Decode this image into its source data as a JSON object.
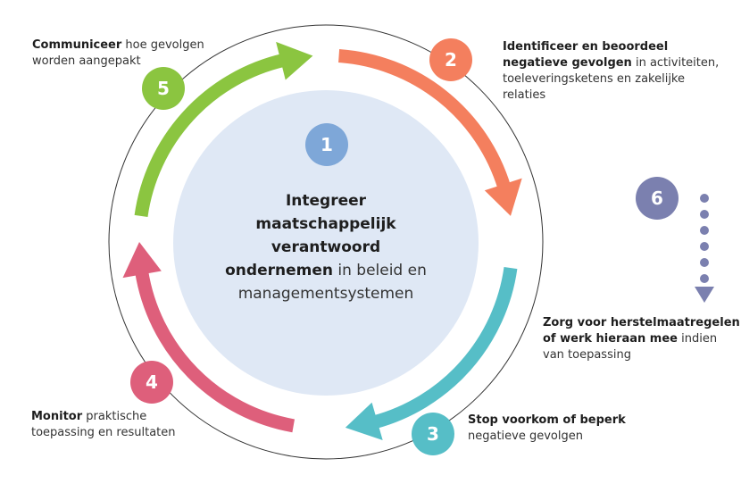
{
  "colors": {
    "step1": "#7ea7d8",
    "step2": "#f47f5e",
    "step3": "#56bec7",
    "step4": "#de5f7b",
    "step5": "#8bc540",
    "step6": "#7b80af",
    "center_fill": "#dfe8f5",
    "outer_ring": "#333333"
  },
  "steps": [
    {
      "number": "1",
      "bold": "Integreer maatschappelijk verantwoord ondernemen",
      "rest": "in beleid en managementsystemen",
      "lines": [
        {
          "bold": "Integreer"
        },
        {
          "bold": "maatschappelijk"
        },
        {
          "bold": "verantwoord"
        },
        {
          "bold": "ondernemen",
          "rest": " in beleid en"
        },
        {
          "rest": "managementsystemen"
        }
      ]
    },
    {
      "number": "2",
      "lines": [
        {
          "bold": "Identificeer en beoordeel"
        },
        {
          "bold": "negatieve gevolgen",
          "rest": " in activiteiten,"
        },
        {
          "rest": "toeleveringsketens en zakelijke"
        },
        {
          "rest": "relaties"
        }
      ]
    },
    {
      "number": "3",
      "lines": [
        {
          "bold": "Stop voorkom of beperk"
        },
        {
          "rest": "negatieve gevolgen"
        }
      ]
    },
    {
      "number": "4",
      "lines": [
        {
          "bold": "Monitor",
          "rest": " praktische"
        },
        {
          "rest": "toepassing en resultaten"
        }
      ]
    },
    {
      "number": "5",
      "lines": [
        {
          "bold": "Communiceer",
          "rest": " hoe gevolgen"
        },
        {
          "rest": "worden aangepakt"
        }
      ]
    },
    {
      "number": "6",
      "lines": [
        {
          "bold": "Zorg voor herstelmaatregelen"
        },
        {
          "bold": "of werk hieraan mee",
          "rest": " indien"
        },
        {
          "rest": "van toepassing"
        }
      ]
    }
  ]
}
